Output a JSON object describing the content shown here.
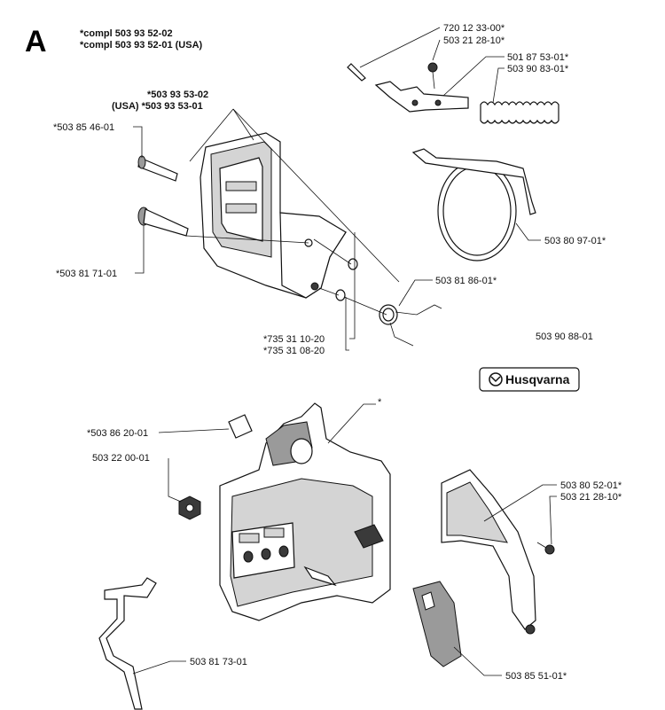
{
  "section_letter": "A",
  "header": {
    "line1": "*compl 503 93 52-02",
    "line2": "*compl 503 93 52-01 (USA)"
  },
  "labels": {
    "cover_a": "*503 93 53-02",
    "cover_b": "(USA) *503 93 53-01",
    "p503854601": "*503 85 46-01",
    "p503817101": "*503 81 71-01",
    "p735311020": "*735 31 10-20",
    "p735310820": "*735 31 08-20",
    "p720123300": "720 12 33-00*",
    "p503212810_top": "503 21 28-10*",
    "p501875301": "501 87 53-01*",
    "p503908301": "503 90 83-01*",
    "p503809701": "503 80 97-01*",
    "p503818601": "503 81 86-01*",
    "p503908801": "503 90 88-01",
    "asterisk": "*",
    "p503862001": "*503 86 20-01",
    "p503220001": "503 22 00-01",
    "p503805201": "503 80 52-01*",
    "p503212810_right": "503 21 28-10*",
    "p503817301": "503 81 73-01",
    "p503855101": "503 85 51-01*"
  },
  "logo": {
    "text": "Husqvarna",
    "icon": "husqvarna-crown-icon"
  }
}
